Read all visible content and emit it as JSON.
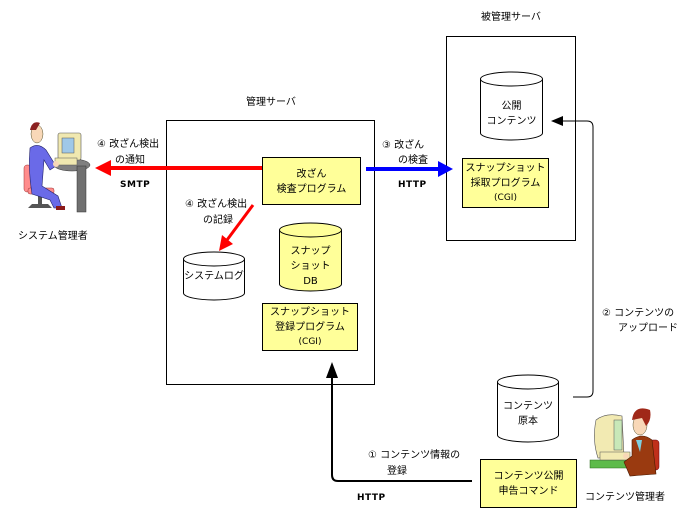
{
  "servers": {
    "management": {
      "title": "管理サーバ"
    },
    "managed": {
      "title": "被管理サーバ"
    }
  },
  "actors": {
    "system_admin": {
      "label": "システム管理者"
    },
    "content_admin": {
      "label": "コンテンツ管理者"
    }
  },
  "components": {
    "tamper_check_program": {
      "lines": [
        "改ざん",
        "検査プログラム"
      ]
    },
    "snapshot_db": {
      "lines": [
        "スナップ",
        "ショット",
        "DB"
      ]
    },
    "system_log": {
      "label": "システムログ"
    },
    "snapshot_register_program": {
      "lines": [
        "スナップショット",
        "登録プログラム",
        "(CGI)"
      ]
    },
    "public_contents": {
      "lines": [
        "公開",
        "コンテンツ"
      ]
    },
    "snapshot_collect_program": {
      "lines": [
        "スナップショット",
        "採取プログラム",
        "(CGI)"
      ]
    },
    "contents_original": {
      "lines": [
        "コンテンツ",
        "原本"
      ]
    },
    "publish_command": {
      "lines": [
        "コンテンツ公開",
        "申告コマンド"
      ]
    }
  },
  "flows": {
    "step1_register": {
      "lines": [
        "① コンテンツ情報の",
        "登録"
      ],
      "protocol": "HTTP"
    },
    "step2_upload": {
      "lines": [
        "② コンテンツの",
        "アップロード"
      ]
    },
    "step3_check": {
      "lines": [
        "③ 改ざん",
        "の検査"
      ],
      "protocol": "HTTP"
    },
    "step4_notify": {
      "lines": [
        "④ 改ざん検出",
        "の通知"
      ],
      "protocol": "SMTP"
    },
    "step4_record": {
      "lines": [
        "④ 改ざん検出",
        "の記録"
      ]
    }
  },
  "colors": {
    "component_fill": "#FFFF99",
    "alert_arrow": "#FF0000",
    "check_arrow": "#0000FF",
    "line": "#000000"
  }
}
